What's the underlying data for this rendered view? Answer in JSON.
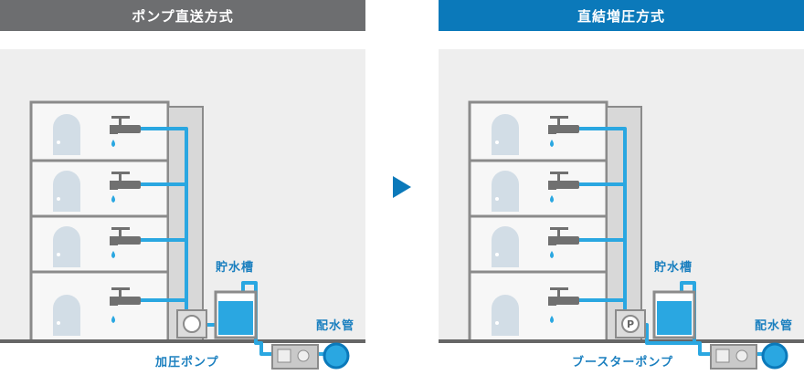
{
  "left_panel": {
    "title": "ポンプ直送方式",
    "tank_label": "貯水槽",
    "main_label": "配水管",
    "pump_label": "加圧ポンプ"
  },
  "right_panel": {
    "title": "直結増圧方式",
    "tank_label": "貯水槽",
    "main_label": "配水管",
    "pump_label": "ブースターポンプ",
    "pump_mark": "P"
  },
  "colors": {
    "left_header": "#6d6e70",
    "right_header": "#0b79ba",
    "water": "#2aa7e1",
    "label": "#1a7fbf",
    "arrow": "#0b79ba"
  }
}
